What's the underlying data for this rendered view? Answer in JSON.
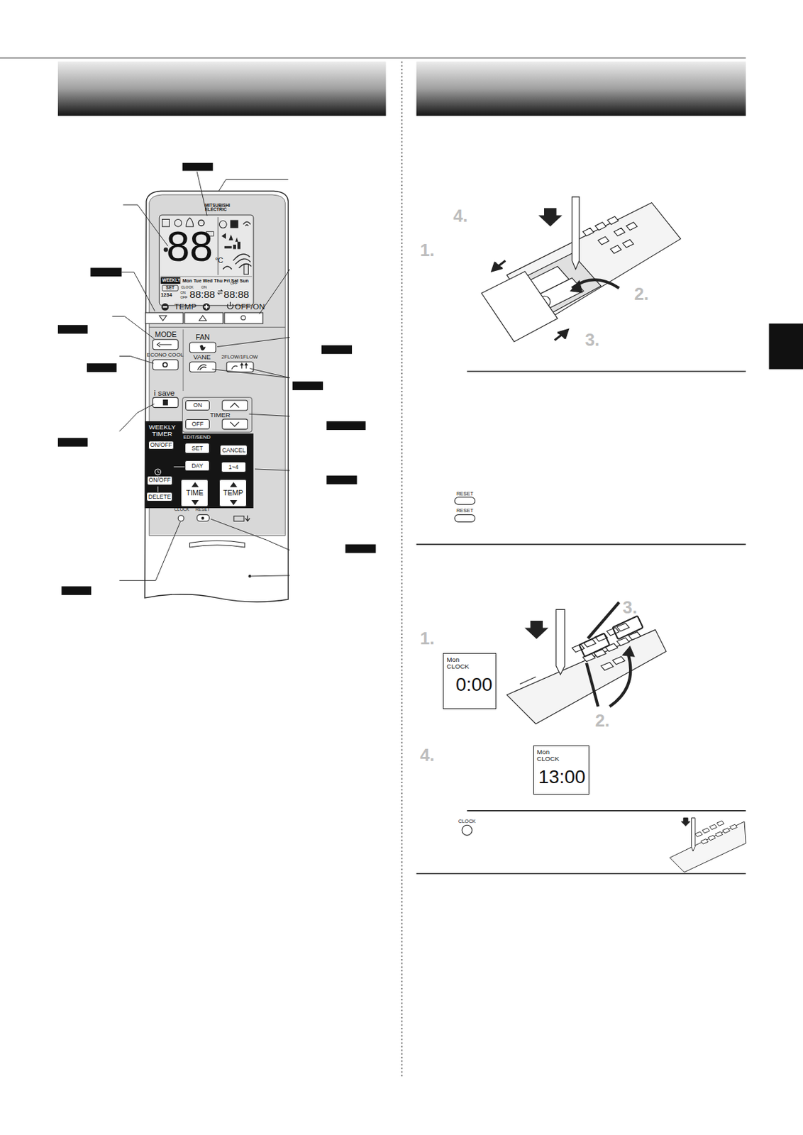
{
  "diagram": {
    "nodes": [
      {
        "text": [
          "ON/OFF"
        ]
      },
      {
        "text": [
          "SET"
        ]
      },
      {
        "text": [
          "CANCEL"
        ]
      },
      {
        "text": [
          "DAY"
        ]
      },
      {
        "text": [
          "1~4"
        ]
      },
      {
        "text": [
          "ON/OFF"
        ]
      },
      {
        "text": [
          "DELETE"
        ]
      },
      {
        "text": [
          "TIME"
        ]
      },
      {
        "text": [
          "TEMP"
        ]
      },
      {
        "text": [
          "ON"
        ]
      },
      {
        "text": [
          "OFF"
        ]
      },
      {
        "text": [
          "Mon",
          "CLOCK",
          "0:00"
        ]
      },
      {
        "text": [
          "Mon",
          "CLOCK",
          "13:00"
        ]
      }
    ],
    "labels": [
      "MITSUBISHI ELECTRIC",
      "88",
      "°C",
      "WEEKLY",
      "Mon Tue Wed Thu Fri Sat Sun",
      "SET",
      "CLOCK",
      "ON",
      "OFF",
      "1234",
      "ON",
      "OFF",
      "88:88",
      "88:88",
      "TEMP",
      "OFF/ON",
      "MODE",
      "FAN",
      "ECONO COOL",
      "VANE",
      "2FLOW/1FLOW",
      "i save",
      "TIMER",
      "WEEKLY TIMER",
      "EDIT/SEND",
      "CLOCK",
      "RESET",
      "4.",
      "1.",
      "2.",
      "3.",
      "RESET",
      "RESET",
      "1.",
      "3.",
      "2.",
      "4.",
      "CLOCK"
    ]
  }
}
